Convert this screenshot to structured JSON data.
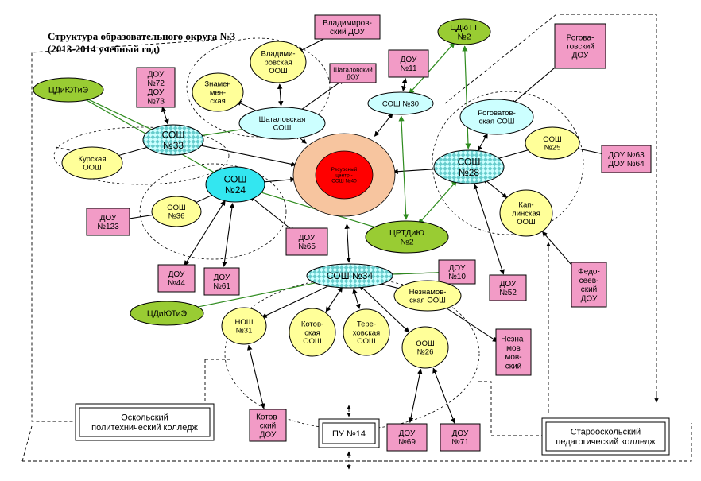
{
  "title": {
    "line1": "Структура образовательного округа №3",
    "line2": "(2013-2014 учебный год)"
  },
  "colors": {
    "pink": "#f29bc6",
    "yellow": "#ffff99",
    "cyan": "#ccffff",
    "green": "#99cc33",
    "hub_outer": "#f7c59f",
    "hub_inner": "#ff0000",
    "arrow_green": "#2e8b1e"
  },
  "nodes": [
    {
      "id": "resource_center",
      "shape": "hub",
      "lines": [
        "Ресурсный",
        "центр -",
        "СОШ №40"
      ]
    },
    {
      "id": "vladimirovsky_dou",
      "shape": "rect-pink",
      "lines": [
        "Владимиров-",
        "ский ДОУ"
      ]
    },
    {
      "id": "vladimirovskaya_oosh",
      "shape": "ell-yellow",
      "lines": [
        "Владими-",
        "ровская",
        "ООШ"
      ]
    },
    {
      "id": "tsdyutt2",
      "shape": "ell-green",
      "lines": [
        "ЦДюТТ",
        "№2"
      ]
    },
    {
      "id": "rogovatovsky_dou",
      "shape": "rect-pink",
      "lines": [
        "Рогова-",
        "товский",
        "ДОУ"
      ]
    },
    {
      "id": "dou11",
      "shape": "rect-pink",
      "lines": [
        "ДОУ",
        "№11"
      ]
    },
    {
      "id": "shatalovsky_dou",
      "shape": "rect-pink",
      "lines": [
        "Шаталовский",
        "ДОУ"
      ]
    },
    {
      "id": "dou72_73",
      "shape": "rect-pink",
      "lines": [
        "ДОУ",
        "№72",
        "ДОУ",
        "№73"
      ]
    },
    {
      "id": "tsdyutie_top",
      "shape": "ell-green",
      "lines": [
        "ЦДиЮТиЭ"
      ]
    },
    {
      "id": "znamenskaya",
      "shape": "ell-yellow",
      "lines": [
        "Знамен",
        "мен-",
        "ская"
      ]
    },
    {
      "id": "shatalovskaya_sosh",
      "shape": "ell-cyan",
      "lines": [
        "Шаталовская",
        "СОШ"
      ]
    },
    {
      "id": "sosh30",
      "shape": "ell-cyan",
      "lines": [
        "СОШ №30"
      ]
    },
    {
      "id": "rogovatovskaya_sosh",
      "shape": "ell-cyan",
      "lines": [
        "Роговатов-",
        "ская СОШ"
      ]
    },
    {
      "id": "sosh33",
      "shape": "ell-check",
      "lines": [
        "СОШ",
        "№33"
      ]
    },
    {
      "id": "kurskaya_oosh",
      "shape": "ell-yellow",
      "lines": [
        "Курская",
        "ООШ"
      ]
    },
    {
      "id": "oosh25",
      "shape": "ell-yellow",
      "lines": [
        "ООШ",
        "№25"
      ]
    },
    {
      "id": "dou63_64",
      "shape": "rect-pink",
      "lines": [
        "ДОУ №63",
        "ДОУ №64"
      ]
    },
    {
      "id": "sosh28",
      "shape": "ell-check",
      "lines": [
        "СОШ",
        "№28"
      ]
    },
    {
      "id": "sosh24",
      "shape": "ell-cyan-strong",
      "lines": [
        "СОШ",
        "№24"
      ]
    },
    {
      "id": "kaplinskaya_oosh",
      "shape": "ell-yellow",
      "lines": [
        "Кап-",
        "линская",
        "ООШ"
      ]
    },
    {
      "id": "oosh36",
      "shape": "ell-yellow",
      "lines": [
        "ООШ",
        "№36"
      ]
    },
    {
      "id": "dou123",
      "shape": "rect-pink",
      "lines": [
        "ДОУ",
        "№123"
      ]
    },
    {
      "id": "dou65",
      "shape": "rect-pink",
      "lines": [
        "ДОУ",
        "№65"
      ]
    },
    {
      "id": "trtdiyu2",
      "shape": "ell-green",
      "lines": [
        "ЦРТДиЮ",
        "№2"
      ]
    },
    {
      "id": "fedoseevsky_dou",
      "shape": "rect-pink",
      "lines": [
        "Федо-",
        "сеев-",
        "ский",
        "ДОУ"
      ]
    },
    {
      "id": "dou44",
      "shape": "rect-pink",
      "lines": [
        "ДОУ",
        "№44"
      ]
    },
    {
      "id": "dou61",
      "shape": "rect-pink",
      "lines": [
        "ДОУ",
        "№61"
      ]
    },
    {
      "id": "sosh34",
      "shape": "ell-check",
      "lines": [
        "СОШ №34"
      ]
    },
    {
      "id": "dou10",
      "shape": "rect-pink",
      "lines": [
        "ДОУ",
        "№10"
      ]
    },
    {
      "id": "dou52",
      "shape": "rect-pink",
      "lines": [
        "ДОУ",
        "№52"
      ]
    },
    {
      "id": "neznamovskaya_oosh",
      "shape": "ell-yellow",
      "lines": [
        "Незнамов-",
        "ская ООШ"
      ]
    },
    {
      "id": "tsdyutie_bottom",
      "shape": "ell-green",
      "lines": [
        "ЦДиЮТиЭ"
      ]
    },
    {
      "id": "nosh31",
      "shape": "ell-yellow",
      "lines": [
        "НОШ",
        "№31"
      ]
    },
    {
      "id": "kotovskaya_oosh",
      "shape": "ell-yellow",
      "lines": [
        "Котов-",
        "ская",
        "ООШ"
      ]
    },
    {
      "id": "terehovskaya_oosh",
      "shape": "ell-yellow",
      "lines": [
        "Тере-",
        "ховская",
        "ООШ"
      ]
    },
    {
      "id": "oosh26",
      "shape": "ell-yellow",
      "lines": [
        "ООШ",
        "№26"
      ]
    },
    {
      "id": "neznamovsky_dou",
      "shape": "rect-pink",
      "lines": [
        "Незна-",
        "мов",
        "мов-",
        "ский"
      ]
    },
    {
      "id": "oskol_poly",
      "shape": "rect-box",
      "lines": [
        "Оскольский",
        "политехнический колледж"
      ]
    },
    {
      "id": "kotovsky_dou",
      "shape": "rect-pink",
      "lines": [
        "Котов-",
        "ский",
        "ДОУ"
      ]
    },
    {
      "id": "pu14",
      "shape": "rect-box",
      "lines": [
        "ПУ №14"
      ]
    },
    {
      "id": "dou69",
      "shape": "rect-pink",
      "lines": [
        "ДОУ",
        "№69"
      ]
    },
    {
      "id": "dou71",
      "shape": "rect-pink",
      "lines": [
        "ДОУ",
        "№71"
      ]
    },
    {
      "id": "staroskol_ped",
      "shape": "rect-box",
      "lines": [
        "Старооскольский",
        "педагогический колледж"
      ]
    }
  ]
}
